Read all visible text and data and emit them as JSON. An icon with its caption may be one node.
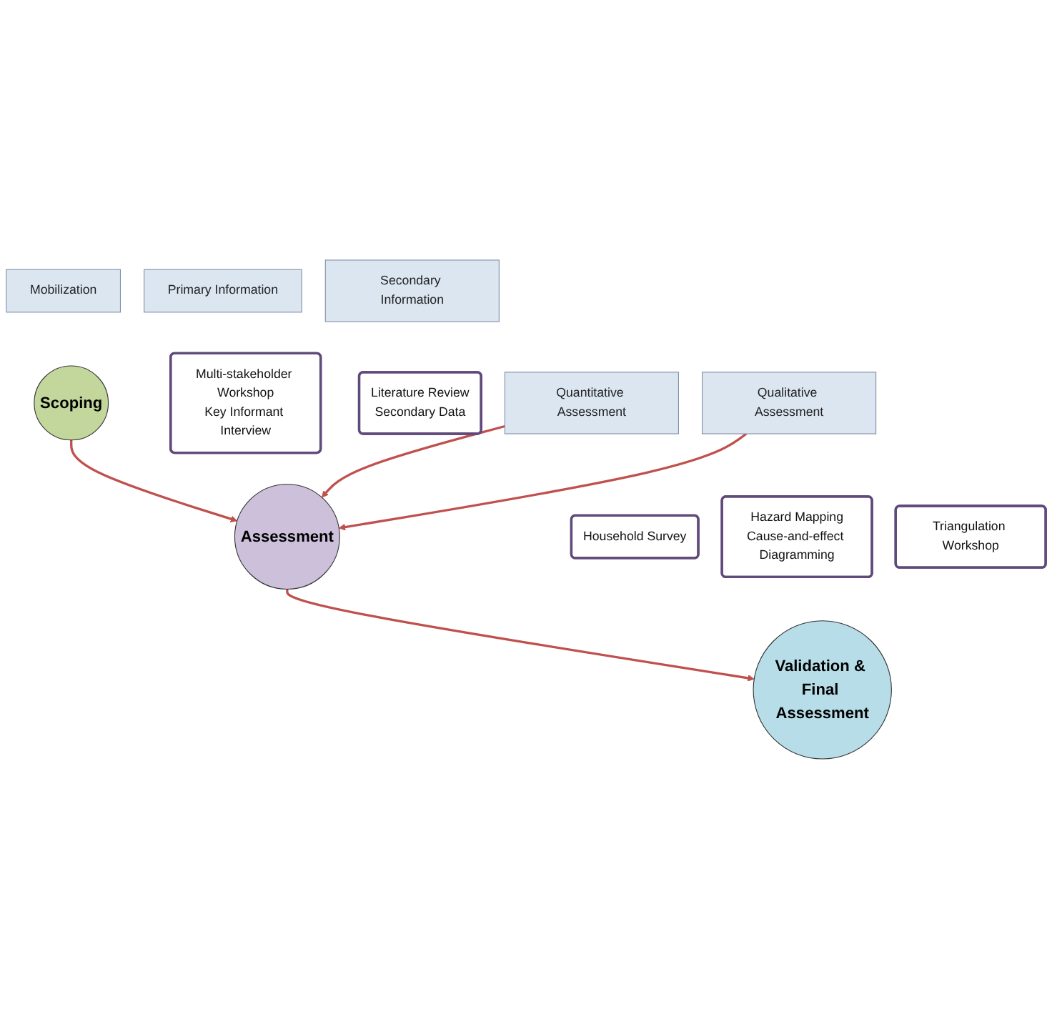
{
  "diagram": {
    "nodes": [
      {
        "text": [
          "Mobilization"
        ]
      },
      {
        "text": [
          "Primary Information"
        ]
      },
      {
        "text": [
          "Scoping"
        ]
      },
      {
        "text": [
          "Secondary Information"
        ]
      },
      {
        "text": [
          "Multi-stakeholder Workshop",
          "Key Informant Interview"
        ]
      },
      {
        "text": [
          "Literature Review",
          "Secondary Data"
        ]
      },
      {
        "text": [
          "Quantitative Assessment"
        ]
      },
      {
        "text": [
          "Assessment"
        ]
      },
      {
        "text": [
          "Qualitative Assessment"
        ]
      },
      {
        "text": [
          "Household Survey"
        ]
      },
      {
        "text": [
          "Hazard Mapping",
          "Cause-and-effect Diagramming"
        ]
      },
      {
        "text": [
          "Triangulation Workshop"
        ]
      },
      {
        "text": [
          "Validation & Final Assessment"
        ]
      }
    ],
    "edges": [
      {
        "from": 2,
        "to": 7,
        "arrow": "to"
      },
      {
        "from": 6,
        "to": 7,
        "arrow": "to"
      },
      {
        "from": 8,
        "to": 7,
        "arrow": "to"
      },
      {
        "from": 7,
        "to": 12,
        "arrow": "to"
      }
    ]
  }
}
